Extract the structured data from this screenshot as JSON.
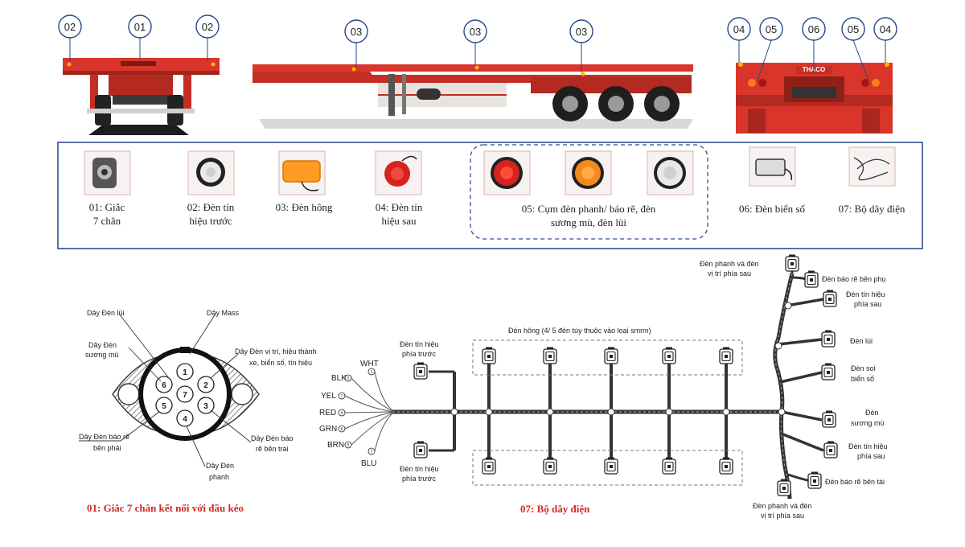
{
  "callouts": {
    "front": [
      "02",
      "01",
      "02"
    ],
    "side": [
      "03",
      "03",
      "03"
    ],
    "rear": [
      "04",
      "05",
      "06",
      "05",
      "04"
    ]
  },
  "rear_brand": "THACO",
  "parts": [
    {
      "line1": "01: Giắc",
      "line2": "7 chân"
    },
    {
      "line1": "02: Đèn tín",
      "line2": "hiệu trước"
    },
    {
      "line1": "03: Đèn hông",
      "line2": ""
    },
    {
      "line1": "04: Đèn tín",
      "line2": "hiệu sau"
    },
    {
      "line1": "05: Cụm đèn phanh/ báo rẽ, đèn",
      "line2": "sương mù, đèn lùi"
    },
    {
      "line1": "06: Đèn biển số",
      "line2": ""
    },
    {
      "line1": "07: Bộ dây điện",
      "line2": ""
    }
  ],
  "connector": {
    "pins": [
      "1",
      "2",
      "3",
      "4",
      "5",
      "6",
      "7"
    ],
    "labels": {
      "reverse": "Dây Đèn lùi",
      "mass": "Dây Mass",
      "fog_1": "Dây Đèn",
      "fog_2": "sương mù",
      "position_1": "Dây Đèn vị trí, hiệu thành",
      "position_2": "xe, biển số, tín hiệu",
      "turn_right_1": "Dây Đèn báo rẽ",
      "turn_right_2": "bên phải",
      "turn_left_1": "Dây Đèn báo",
      "turn_left_2": "rẽ bên trái",
      "brake_1": "Dây Đèn",
      "brake_2": "phanh"
    },
    "caption": "01: Giắc 7 chân kết nối với đầu kéo"
  },
  "harness": {
    "wires": [
      {
        "color": "WHT",
        "pin": "1"
      },
      {
        "color": "BLK",
        "pin": "2"
      },
      {
        "color": "YEL",
        "pin": "7"
      },
      {
        "color": "RED",
        "pin": "4"
      },
      {
        "color": "GRN",
        "pin": "6"
      },
      {
        "color": "BRN",
        "pin": "5"
      },
      {
        "color": "BLU",
        "pin": "7"
      }
    ],
    "front_top_1": "Đèn tín hiệu",
    "front_top_2": "phía trước",
    "front_bottom_1": "Đèn tín hiệu",
    "front_bottom_2": "phía trước",
    "side_lights": "Đèn hông (4/ 5 đèn tùy thuộc vào loại smrm)",
    "rear_labels": {
      "brake_top_1": "Đèn phanh và đèn",
      "brake_top_2": "vị trí phía sau",
      "turn_aux": "Đèn báo rẽ bên phụ",
      "signal_top_1": "Đèn tín hiệu",
      "signal_top_2": "phía sau",
      "reverse": "Đèn lùi",
      "plate_1": "Đèn soi",
      "plate_2": "biển số",
      "fog_1": "Đèn",
      "fog_2": "sương mù",
      "signal_bot_1": "Đèn tín hiệu",
      "signal_bot_2": "phía sau",
      "turn_driver": "Đèn báo rẽ bên tài",
      "brake_bot_1": "Đèn phanh và đèn",
      "brake_bot_2": "vị trí phía sau"
    },
    "caption": "07: Bộ dây điện"
  },
  "colors": {
    "trailer_red": "#d9352a",
    "frame_blue": "#2f4f8f",
    "caption_red": "#cf2a27",
    "callout_blue": "#244a8a"
  }
}
